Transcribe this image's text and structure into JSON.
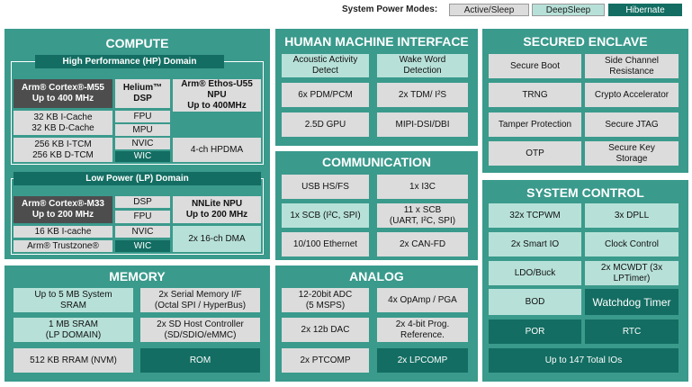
{
  "legend": {
    "title": "System Power Modes:",
    "items": [
      "Active/Sleep",
      "DeepSleep",
      "Hibernate"
    ],
    "colors": {
      "active": "#dcdcdc",
      "deepsleep": "#b7e1d8",
      "hibernate": "#136d62"
    }
  },
  "compute": {
    "title": "COMPUTE",
    "hp": {
      "label": "High Performance (HP) Domain",
      "cpu": "Arm® Cortex®-M55\nUp to 400 MHz",
      "helium": "Helium™\nDSP",
      "npu": "Arm® Ethos-U55\nNPU\nUp to 400MHz",
      "cache": "32 KB I-Cache\n32 KB D-Cache",
      "fpu": "FPU",
      "mpu": "MPU",
      "tcm": "256 KB I-TCM\n256 KB D-TCM",
      "nvic": "NVIC",
      "wic": "WIC",
      "hpdma": "4-ch HPDMA"
    },
    "lp": {
      "label": "Low Power (LP) Domain",
      "cpu": "Arm® Cortex®-M33\nUp to 200 MHz",
      "dsp": "DSP",
      "fpu": "FPU",
      "nnlite": "NNLite NPU\nUp to 200 MHz",
      "icache": "16 KB I-cache",
      "nvic": "NVIC",
      "trustzone": "Arm® Trustzone®",
      "wic": "WIC",
      "dma": "2x 16-ch DMA"
    }
  },
  "hmi": {
    "title": "HUMAN MACHINE INTERFACE",
    "cells": [
      "Acoustic Activity\nDetect",
      "Wake Word\nDetection",
      "6x PDM/PCM",
      "2x TDM/ I²S",
      "2.5D GPU",
      "MIPI-DSI/DBI"
    ]
  },
  "secured": {
    "title": "SECURED ENCLAVE",
    "cells": [
      "Secure Boot",
      "Side Channel\nResistance",
      "TRNG",
      "Crypto Accelerator",
      "Tamper Protection",
      "Secure JTAG",
      "OTP",
      "Secure Key\nStorage"
    ]
  },
  "communication": {
    "title": "COMMUNICATION",
    "cells": [
      "USB HS/FS",
      "1x I3C",
      "1x SCB (I²C, SPI)",
      "11 x SCB\n(UART, I²C, SPI)",
      "10/100 Ethernet",
      "2x CAN-FD"
    ]
  },
  "system_control": {
    "title": "SYSTEM CONTROL",
    "cells": [
      "32x TCPWM",
      "3x DPLL",
      "2x Smart IO",
      "Clock Control",
      "LDO/Buck",
      "2x MCWDT (3x\nLPTimer)",
      "BOD",
      "Watchdog Timer",
      "POR",
      "RTC",
      "Up to 147 Total IOs"
    ]
  },
  "memory": {
    "title": "MEMORY",
    "cells": [
      "Up to 5 MB System\nSRAM",
      "2x Serial Memory I/F\n(Octal SPI / HyperBus)",
      "1 MB SRAM\n(LP DOMAIN)",
      "2x SD Host Controller\n(SD/SDIO/eMMC)",
      "512 KB RRAM (NVM)",
      "ROM"
    ]
  },
  "analog": {
    "title": "ANALOG",
    "cells": [
      "12-20bit ADC\n(5 MSPS)",
      "4x OpAmp / PGA",
      "2x 12b DAC",
      "2x 4-bit Prog.\nReference.",
      "2x PTCOMP",
      "2x LPCOMP"
    ]
  }
}
